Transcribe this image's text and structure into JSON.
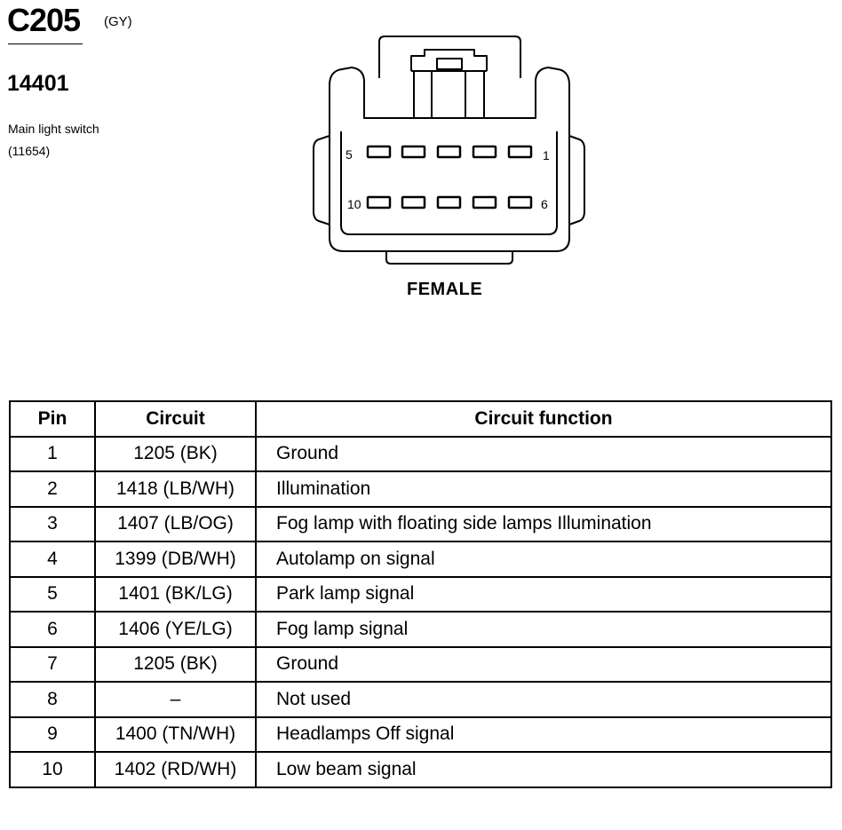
{
  "header": {
    "connector_id": "C205",
    "color_code": "(GY)",
    "part_number": "14401",
    "description_line1": "Main light switch",
    "description_line2": "(11654)"
  },
  "connector": {
    "view_label": "FEMALE",
    "pin_labels": {
      "top_left": "5",
      "top_right": "1",
      "bottom_left": "10",
      "bottom_right": "6"
    }
  },
  "table": {
    "headers": {
      "pin": "Pin",
      "circuit": "Circuit",
      "function": "Circuit function"
    },
    "rows": [
      {
        "pin": "1",
        "circuit": "1205 (BK)",
        "function": "Ground"
      },
      {
        "pin": "2",
        "circuit": "1418 (LB/WH)",
        "function": "Illumination"
      },
      {
        "pin": "3",
        "circuit": "1407 (LB/OG)",
        "function": "Fog lamp with floating side lamps Illumination"
      },
      {
        "pin": "4",
        "circuit": "1399 (DB/WH)",
        "function": "Autolamp on signal"
      },
      {
        "pin": "5",
        "circuit": "1401 (BK/LG)",
        "function": "Park lamp signal"
      },
      {
        "pin": "6",
        "circuit": "1406 (YE/LG)",
        "function": "Fog lamp signal"
      },
      {
        "pin": "7",
        "circuit": "1205 (BK)",
        "function": "Ground"
      },
      {
        "pin": "8",
        "circuit": "–",
        "function": "Not used"
      },
      {
        "pin": "9",
        "circuit": "1400 (TN/WH)",
        "function": "Headlamps Off signal"
      },
      {
        "pin": "10",
        "circuit": "1402 (RD/WH)",
        "function": "Low beam signal"
      }
    ]
  }
}
